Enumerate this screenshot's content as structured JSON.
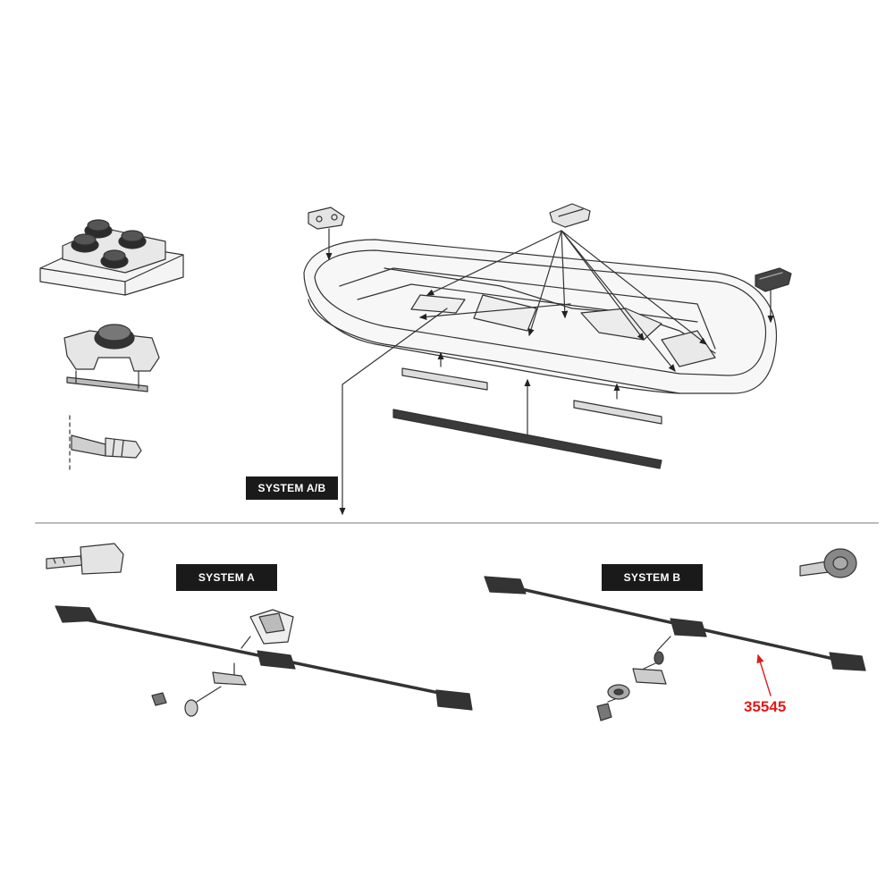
{
  "labels": {
    "system_ab": "SYSTEM A/B",
    "system_a": "SYSTEM A",
    "system_b": "SYSTEM B"
  },
  "callouts": {
    "part_number": "35545"
  },
  "colors": {
    "line": "#333333",
    "label_bg": "#1a1a1a",
    "label_text": "#ffffff",
    "part_number": "#e01b1b",
    "divider": "#bbbbbb"
  },
  "icons": {
    "mount_kit": "quick-mount-bracket-with-four-knobs",
    "clamp": "single-knob-clamp",
    "strap": "strap-buckle",
    "key_a": "key",
    "key_b": "round-head-key"
  }
}
